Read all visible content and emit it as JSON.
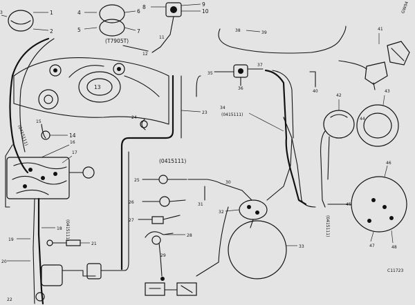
{
  "diagram": {
    "corner_code": "GW04",
    "part_code": "C11723",
    "callouts": {
      "c1": "1",
      "c2": "2",
      "c3": "3",
      "c4": "4",
      "c5": "5",
      "c6": "6",
      "c7": "7",
      "c8": "8",
      "c9": "9",
      "c10": "10",
      "c11": "11",
      "c12": "12",
      "c13": "13",
      "c14": "14",
      "c15": "15",
      "c16": "16",
      "c17": "17",
      "c18": "18",
      "c19": "19",
      "c20": "20",
      "c21": "21",
      "c22": "22",
      "c23": "23",
      "c24": "24",
      "c25": "25",
      "c26": "26",
      "c27": "27",
      "c28": "28",
      "c29": "29",
      "c30": "30",
      "c31": "31",
      "c32": "32",
      "c33": "33",
      "c34": "34",
      "c35": "35",
      "c36": "36",
      "c37": "37",
      "c38": "38",
      "c39": "39",
      "c40": "40",
      "c41": "41",
      "c42": "42",
      "c43": "43",
      "c44": "44",
      "c45": "45",
      "c46": "46",
      "c47": "47",
      "c48": "48"
    },
    "labels": {
      "top_serial": "(T7905T)",
      "harness_a": "(0415111)",
      "harness_b": "(0415111)",
      "mid_serial": "(0415111)",
      "right_serial": "(0415111)",
      "left_serial": "(0415111)"
    }
  }
}
